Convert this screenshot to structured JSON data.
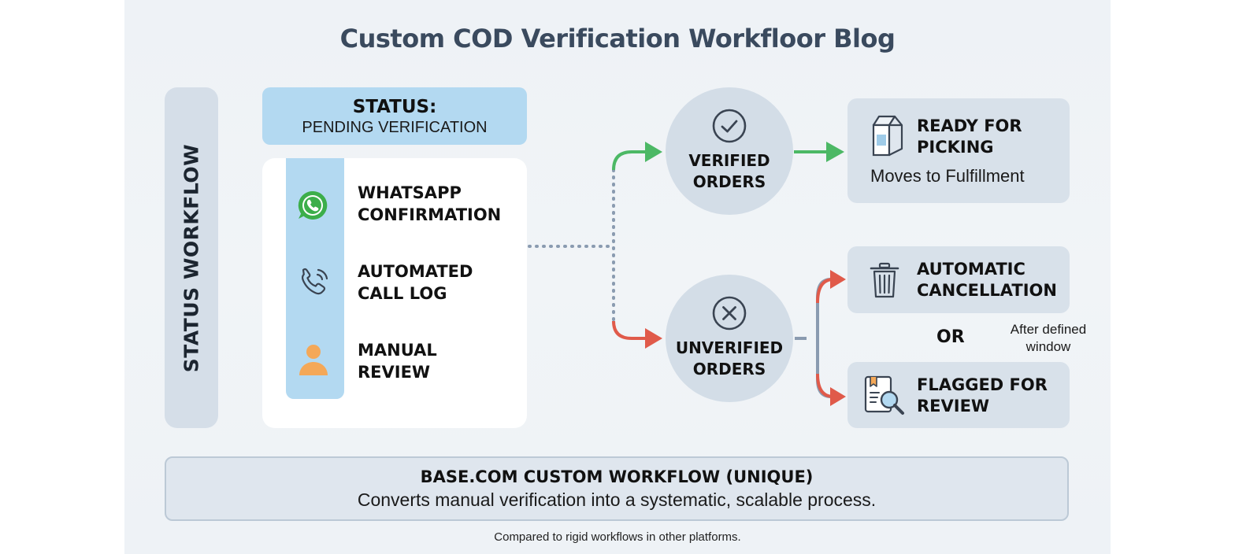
{
  "title": "Custom COD Verification Workfloor Blog",
  "sidebar": {
    "label": "STATUS WORKFLOW"
  },
  "status": {
    "heading": "STATUS:",
    "value": "PENDING VERIFICATION"
  },
  "methods": [
    {
      "label": "WHATSAPP\nCONFIRMATION",
      "icon": "whatsapp-icon"
    },
    {
      "label": "AUTOMATED\nCALL LOG",
      "icon": "phone-call-icon"
    },
    {
      "label": "MANUAL\nREVIEW",
      "icon": "person-icon"
    }
  ],
  "outcomes": {
    "verified": {
      "label": "VERIFIED\nORDERS",
      "icon": "check-circle-icon"
    },
    "unverified": {
      "label": "UNVERIFIED\nORDERS",
      "icon": "x-circle-icon"
    }
  },
  "results": {
    "picking": {
      "title": "READY FOR\nPICKING",
      "subtitle": "Moves to Fulfillment",
      "icon": "box-icon"
    },
    "cancellation": {
      "title": "AUTOMATIC\nCANCELLATION",
      "icon": "trash-icon"
    },
    "flagged": {
      "title": "FLAGGED FOR\nREVIEW",
      "icon": "document-search-icon"
    }
  },
  "or_label": "OR",
  "window_note": "After defined\nwindow",
  "banner": {
    "title": "BASE.COM CUSTOM WORKFLOW (UNIQUE)",
    "subtitle": "Converts manual verification into a systematic, scalable process."
  },
  "footnote": "Compared to rigid workflows in other platforms.",
  "colors": {
    "success_arrow": "#4cb865",
    "fail_arrow": "#e05a4a",
    "connector": "#8a9bb0",
    "whatsapp": "#3cae4a",
    "person": "#f4a858"
  }
}
